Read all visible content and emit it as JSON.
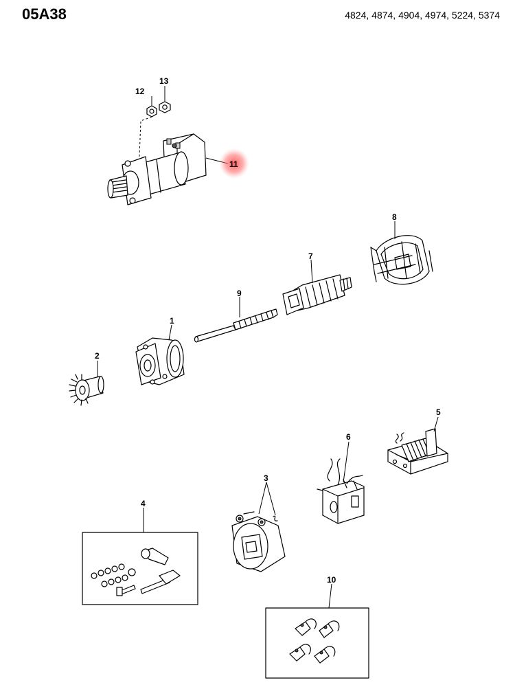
{
  "header": {
    "page_code": "05A38",
    "model_numbers": "4824, 4874, 4904, 4974, 5224, 5374"
  },
  "callouts": {
    "c1": "1",
    "c2": "2",
    "c3": "3",
    "c4": "4",
    "c5": "5",
    "c6": "6",
    "c7": "7",
    "c8": "8",
    "c9": "9",
    "c10": "10",
    "c11": "11",
    "c12": "12",
    "c13": "13"
  },
  "colors": {
    "highlight": "#ff6b6b"
  }
}
